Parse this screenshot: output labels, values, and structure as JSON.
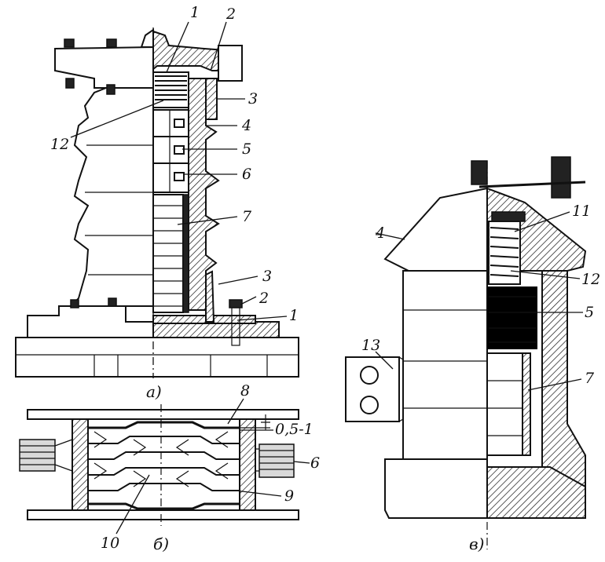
{
  "figure": {
    "panels": {
      "a": {
        "caption": "а)",
        "labels": [
          "1",
          "2",
          "3",
          "4",
          "5",
          "6",
          "7",
          "3",
          "2",
          "1",
          "12"
        ]
      },
      "b": {
        "caption": "б)",
        "labels": [
          "8",
          "0,5-1",
          "6",
          "9",
          "10"
        ]
      },
      "c": {
        "caption": "в)",
        "labels": [
          "4",
          "11",
          "12",
          "5",
          "13",
          "7"
        ]
      }
    }
  }
}
